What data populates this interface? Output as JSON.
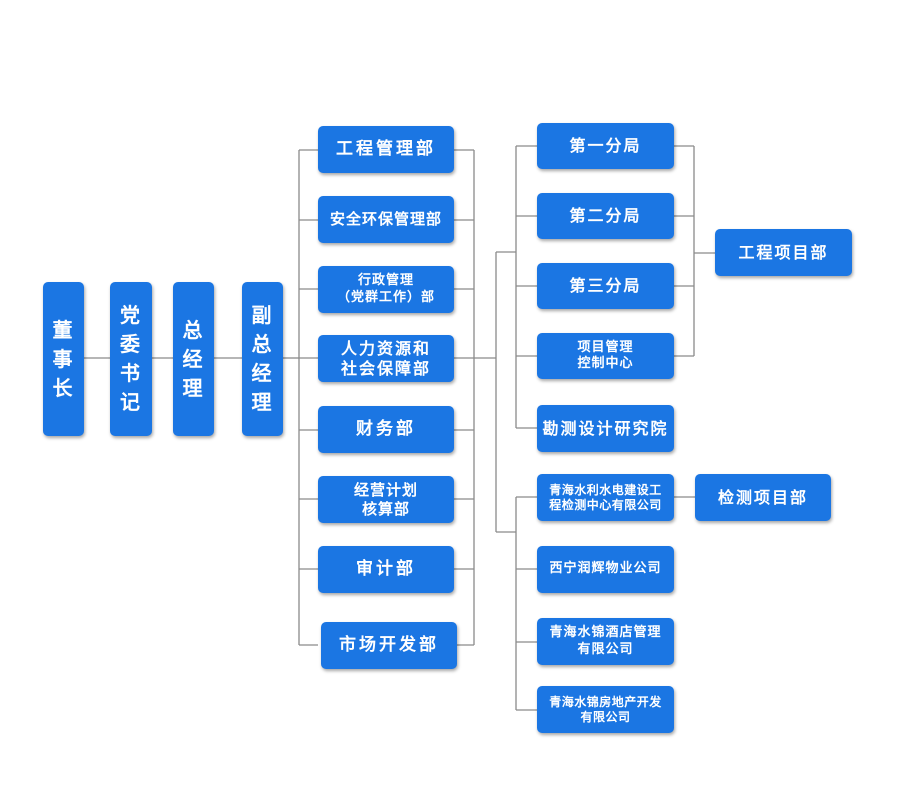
{
  "leaders": {
    "chairman": [
      "董",
      "事",
      "长"
    ],
    "secretary": [
      "党",
      "委",
      "书",
      "记"
    ],
    "gm": [
      "总",
      "经",
      "理"
    ],
    "deputy_gm": [
      "副",
      "总",
      "经",
      "理"
    ]
  },
  "departments": {
    "engineering": "工程管理部",
    "safety": "安全环保管理部",
    "admin": [
      "行政管理",
      "（党群工作）部"
    ],
    "hr": [
      "人力资源和",
      "社会保障部"
    ],
    "finance": "财务部",
    "planning": [
      "经营计划",
      "核算部"
    ],
    "audit": "审计部",
    "market": "市场开发部"
  },
  "units": {
    "branch1": "第一分局",
    "branch2": "第二分局",
    "branch3": "第三分局",
    "pmcc": [
      "项目管理",
      "控制中心"
    ],
    "survey": "勘测设计研究院",
    "testing": [
      "青海水利水电建设工",
      "程检测中心有限公司"
    ],
    "property": "西宁润辉物业公司",
    "hotel": [
      "青海水锦酒店管理",
      "有限公司"
    ],
    "realestate": [
      "青海水锦房地产开发",
      "有限公司"
    ]
  },
  "projects": {
    "engineering_project": "工程项目部",
    "testing_project": "检测项目部"
  }
}
